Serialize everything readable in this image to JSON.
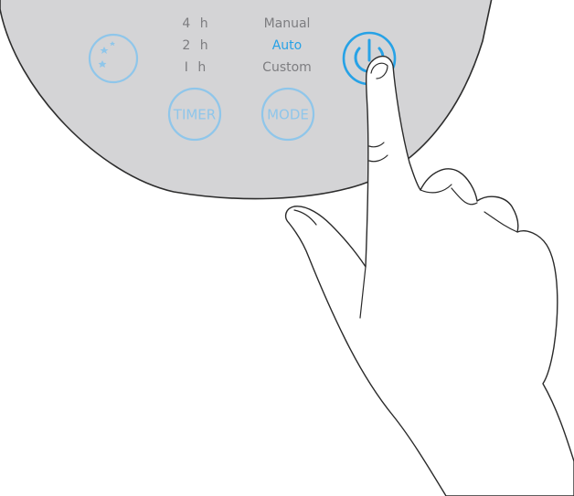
{
  "panel": {
    "timer_options": [
      "4 h",
      "2 h",
      "I h"
    ],
    "mode_options": [
      "Manual",
      "Auto",
      "Custom"
    ],
    "active_mode": "Auto",
    "timer_button_label": "TIMER",
    "mode_button_label": "MODE"
  },
  "icons": {
    "sleep": "moon-stars-icon",
    "power": "power-icon"
  },
  "colors": {
    "panel": "#d4d4d6",
    "button_ring": "#8fc6ea",
    "active": "#27a2e6",
    "option_text": "#7d7d80"
  }
}
